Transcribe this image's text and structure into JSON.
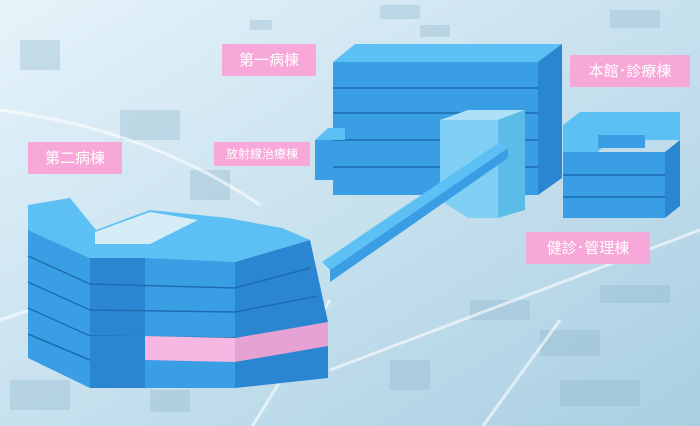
{
  "labels": {
    "ward1": "第一病棟",
    "ward2": "第二病棟",
    "main_clinic": "本館･診療棟",
    "radiotherapy": "放射線治療棟",
    "checkup_admin": "健診･管理棟"
  },
  "colors": {
    "label_bg": "#f7a8d8",
    "label_text": "#ffffff",
    "building_front": "#3a9ee4",
    "building_side": "#2a86d0",
    "building_top": "#5cc0f4",
    "highlight_floor": "#f6b8e2",
    "glass_top": "#d6ecf6"
  }
}
